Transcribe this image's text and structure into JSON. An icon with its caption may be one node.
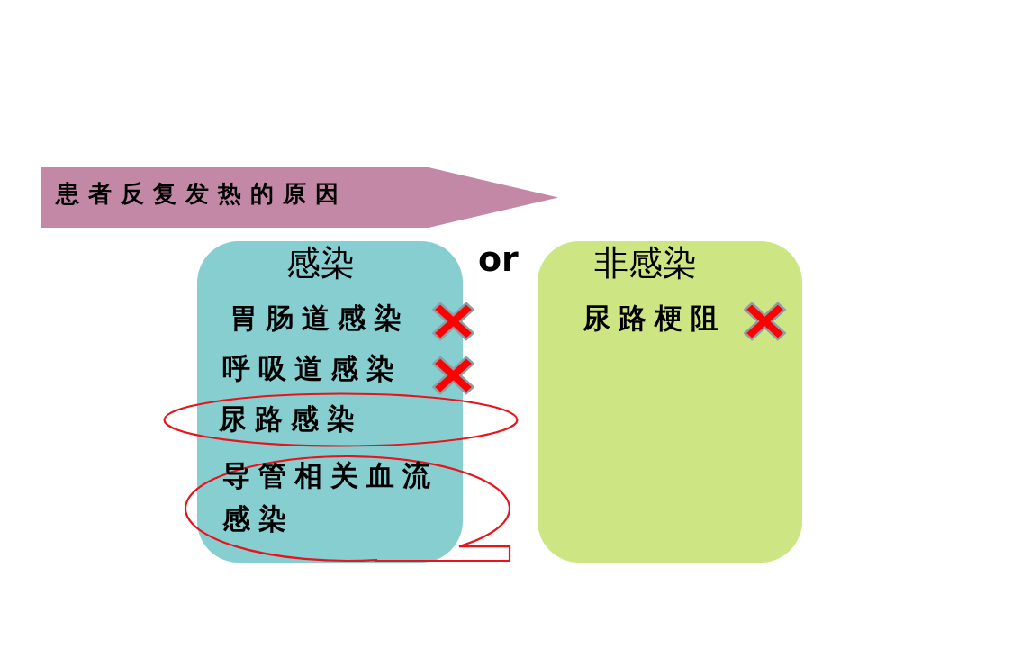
{
  "diagram": {
    "nodes": [
      {
        "text": [
          "患者反复发热的原因"
        ]
      },
      {
        "text": [
          "感染",
          "胃肠道感染",
          "呼吸道感染"
        ]
      },
      {
        "text": [
          "尿路感染"
        ]
      },
      {
        "text": [
          "导管相关血流感染"
        ]
      },
      {
        "text": [
          "非感染",
          "尿路梗阻"
        ]
      }
    ],
    "edges": [],
    "labels": [
      "or"
    ]
  }
}
